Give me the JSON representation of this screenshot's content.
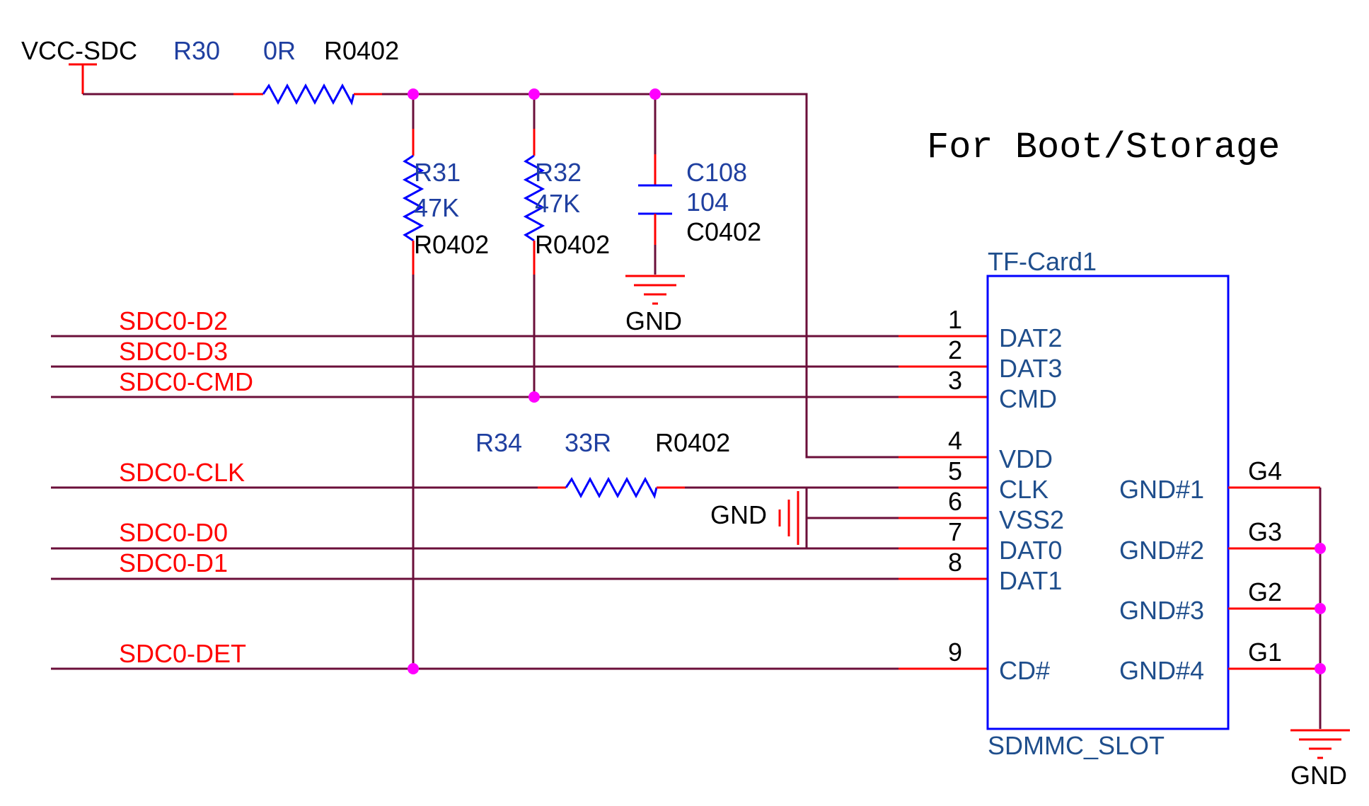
{
  "title": "For Boot/Storage",
  "power": {
    "vcc_label": "VCC-SDC",
    "gnd_label": "GND"
  },
  "r30": {
    "ref": "R30",
    "value": "0R",
    "footprint": "R0402"
  },
  "r31": {
    "ref": "R31",
    "value": "47K",
    "footprint": "R0402"
  },
  "r32": {
    "ref": "R32",
    "value": "47K",
    "footprint": "R0402"
  },
  "c108": {
    "ref": "C108",
    "value": "104",
    "footprint": "C0402"
  },
  "r34": {
    "ref": "R34",
    "value": "33R",
    "footprint": "R0402"
  },
  "nets": [
    "SDC0-D2",
    "SDC0-D3",
    "SDC0-CMD",
    "SDC0-CLK",
    "SDC0-D0",
    "SDC0-D1",
    "SDC0-DET"
  ],
  "connector": {
    "refdes": "TF-Card1",
    "footprint": "SDMMC_SLOT",
    "left_pins": [
      {
        "num": "1",
        "name": "DAT2"
      },
      {
        "num": "2",
        "name": "DAT3"
      },
      {
        "num": "3",
        "name": "CMD"
      },
      {
        "num": "4",
        "name": ""
      },
      {
        "num": "5",
        "name": "VDD"
      },
      {
        "num": "6",
        "name": "CLK"
      },
      {
        "num": "7",
        "name": "VSS2"
      },
      {
        "num": "8",
        "name": "DAT0"
      },
      {
        "num": "9",
        "name": "DAT1"
      },
      {
        "num": "",
        "name": "CD#"
      }
    ],
    "right_pins": [
      {
        "num": "G4",
        "name": "GND#1"
      },
      {
        "num": "G3",
        "name": "GND#2"
      },
      {
        "num": "G2",
        "name": "GND#3"
      },
      {
        "num": "G1",
        "name": "GND#4"
      }
    ]
  }
}
